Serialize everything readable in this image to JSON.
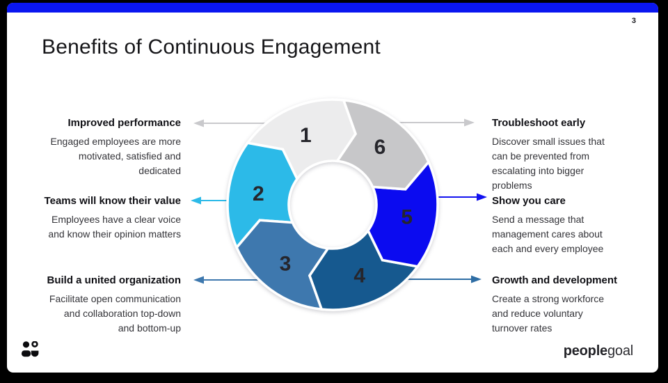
{
  "header": {
    "title": "Benefits of Continuous Engagement",
    "page_number": "3"
  },
  "palette": {
    "top_bar": "#0A16F0",
    "number_text": "#26262C"
  },
  "diagram": {
    "segments": [
      {
        "label": "1",
        "color": "#ECECED"
      },
      {
        "label": "2",
        "color": "#2CBAE8"
      },
      {
        "label": "3",
        "color": "#3E78AE"
      },
      {
        "label": "4",
        "color": "#16598F"
      },
      {
        "label": "5",
        "color": "#0B0BF0"
      },
      {
        "label": "6",
        "color": "#C7C7C9"
      }
    ]
  },
  "arrows": {
    "left": [
      "#C9C9CC",
      "#2CBAE8",
      "#3E78AE"
    ],
    "right": [
      "#C9C9CC",
      "#1212F0",
      "#2E6DA4"
    ]
  },
  "left_blocks": [
    {
      "title": "Improved performance",
      "body": "Engaged employees are more\nmotivated, satisfied and\ndedicated"
    },
    {
      "title": "Teams will know their value",
      "body": "Employees have a clear voice\nand know their opinion matters"
    },
    {
      "title": "Build a united organization",
      "body": "Facilitate open communication\nand collaboration top-down\nand bottom-up"
    }
  ],
  "right_blocks": [
    {
      "title": "Troubleshoot early",
      "body": "Discover small issues that\ncan be prevented from\nescalating into bigger\nproblems"
    },
    {
      "title": "Show you care",
      "body": "Send a message that\nmanagement cares about\neach and every employee"
    },
    {
      "title": "Growth and development",
      "body": "Create a strong workforce\nand reduce voluntary\nturnover rates"
    }
  ],
  "footer": {
    "logo_bold": "people",
    "logo_light": "goal"
  }
}
